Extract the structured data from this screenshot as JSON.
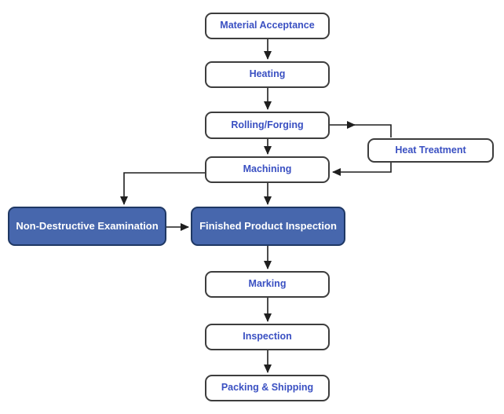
{
  "diagram": {
    "type": "flowchart",
    "colors": {
      "process_fill": "#ffffff",
      "process_border": "#3d3d3d",
      "process_text": "#3a50c2",
      "highlight_fill": "#4767ad",
      "highlight_border": "#1f3864",
      "highlight_text": "#ffffff",
      "connector": "#1f1f1f",
      "background": "#ffffff"
    },
    "nodes": [
      {
        "id": "material-acceptance",
        "label": "Material Acceptance",
        "type": "process"
      },
      {
        "id": "heating",
        "label": "Heating",
        "type": "process"
      },
      {
        "id": "rolling-forging",
        "label": "Rolling/Forging",
        "type": "process"
      },
      {
        "id": "heat-treatment",
        "label": "Heat Treatment",
        "type": "process"
      },
      {
        "id": "machining",
        "label": "Machining",
        "type": "process"
      },
      {
        "id": "non-destructive-examination",
        "label": "Non-Destructive Examination",
        "type": "highlight"
      },
      {
        "id": "finished-product-inspection",
        "label": "Finished Product Inspection",
        "type": "highlight"
      },
      {
        "id": "marking",
        "label": "Marking",
        "type": "process"
      },
      {
        "id": "inspection",
        "label": "Inspection",
        "type": "process"
      },
      {
        "id": "packing-shipping",
        "label": "Packing & Shipping",
        "type": "process"
      }
    ],
    "edges": [
      {
        "from": "material-acceptance",
        "to": "heating"
      },
      {
        "from": "heating",
        "to": "rolling-forging"
      },
      {
        "from": "rolling-forging",
        "to": "machining"
      },
      {
        "from": "rolling-forging",
        "to": "heat-treatment"
      },
      {
        "from": "heat-treatment",
        "to": "machining"
      },
      {
        "from": "machining",
        "to": "non-destructive-examination"
      },
      {
        "from": "machining",
        "to": "finished-product-inspection"
      },
      {
        "from": "non-destructive-examination",
        "to": "finished-product-inspection"
      },
      {
        "from": "finished-product-inspection",
        "to": "marking"
      },
      {
        "from": "marking",
        "to": "inspection"
      },
      {
        "from": "inspection",
        "to": "packing-shipping"
      }
    ]
  }
}
